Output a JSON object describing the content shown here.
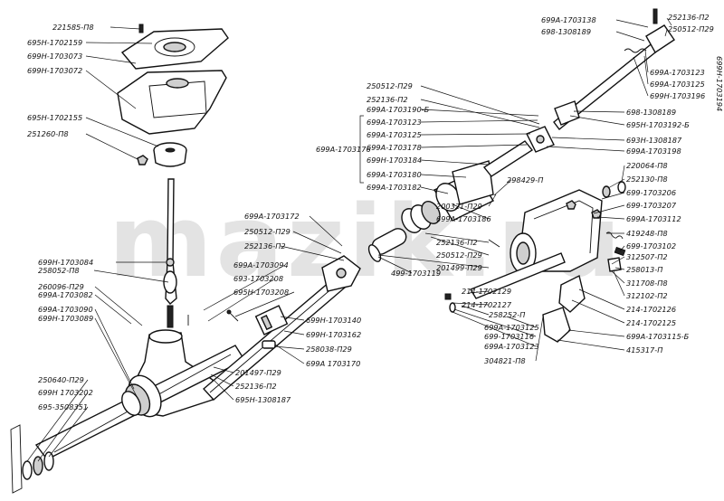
{
  "watermark": "mazik.ru",
  "callouts": [
    "221585-П8",
    "695Н-1702159",
    "699Н-1703073",
    "699Н-1703072",
    "695Н-1702155",
    "251260-П8",
    "699Н-1703084",
    "258052-П8",
    "260096-П29",
    "699А-1703082",
    "699А-1703090",
    "699Н-1703089",
    "250640-П29",
    "699Н 1703202",
    "695-3508351",
    "699А-1703172",
    "250512-П29",
    "252136-П2",
    "699А-1703094",
    "693-1703208",
    "695Н-1703208",
    "699Н-1703140",
    "699Н-1703162",
    "258038-П29",
    "699А 1703170",
    "201497-П29",
    "252136-П2",
    "695Н-1308187",
    "250512-П29",
    "252136-П2",
    "699А-1703190-Б",
    "699А-1703123",
    "699А-1703125",
    "699А-1703178",
    "699Н-1703184",
    "699А-1703180",
    "699А-1703182",
    "200321-П29",
    "699А-1703186",
    "252136-П2",
    "250512-П29",
    "201499-П29",
    "499-1703119",
    "298429-П",
    "214-1702129",
    "214-1702127",
    "258252-П",
    "699А-1703125",
    "699-1703116",
    "699А-1703123",
    "304821-П8",
    "699А-1703138",
    "698-1308189",
    "252136-П2",
    "250512-П29",
    "699А-1703123",
    "699А-1703125",
    "699Н-1703196",
    "698-1308189",
    "695Н-1703192-Б",
    "693Н-1308187",
    "699А-1703198",
    "220064-П8",
    "252130-П8",
    "699-1703206",
    "699-1703207",
    "699А-1703112",
    "419248-П8",
    "699-1703102",
    "312507-П2",
    "258013-П",
    "311708-П8",
    "312102-П2",
    "214-1702126",
    "214-1702125",
    "699А-1703115-Б",
    "415317-П"
  ],
  "group_label": "699А-1703176",
  "side_label": "699Н-1703194"
}
